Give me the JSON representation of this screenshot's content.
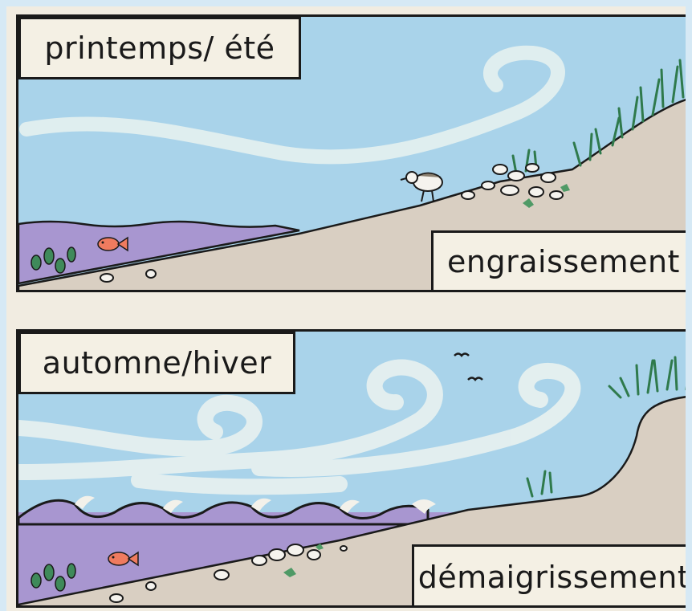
{
  "panels": [
    {
      "season_label": "printemps/ été",
      "process_label": "engraissement"
    },
    {
      "season_label": "automne/hiver",
      "process_label": "démaigrissement"
    }
  ],
  "colors": {
    "sky": "#a9d3ea",
    "sea": "#a896d0",
    "sand": "#d9cfc2",
    "grass": "#3f8a5a",
    "fish": "#ef7b5f",
    "outline": "#1a1a1a",
    "wind": "#e9f2f0"
  }
}
